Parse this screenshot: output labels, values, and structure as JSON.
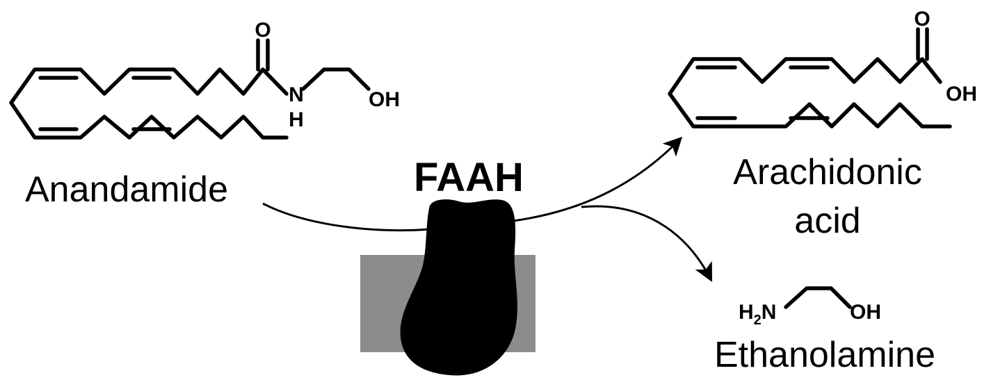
{
  "enzyme": {
    "label": "FAAH"
  },
  "substrate": {
    "name": "Anandamide",
    "atoms": {
      "oxygen": "O",
      "nitrogen": "N",
      "hydrogen": "H",
      "hydroxyl": "OH"
    }
  },
  "products": [
    {
      "name_line1": "Arachidonic",
      "name_line2": "acid",
      "atoms": {
        "oxygen": "O",
        "hydroxyl": "OH"
      }
    },
    {
      "name": "Ethanolamine",
      "atoms": {
        "amine": "H",
        "amine_sub": "2",
        "amine_n": "N",
        "hydroxyl": "OH"
      }
    }
  ],
  "colors": {
    "ink": "#000000",
    "membrane": "#8c8c8c"
  }
}
